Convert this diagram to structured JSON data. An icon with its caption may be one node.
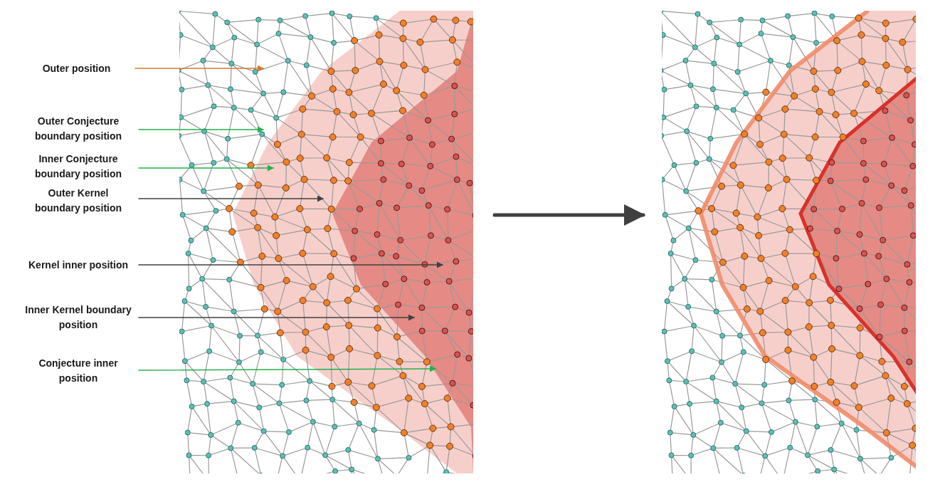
{
  "diagram": {
    "nodes": [
      {
        "text": [
          "Outer position"
        ]
      },
      {
        "text": [
          "Outer Conjecture boundary position"
        ]
      },
      {
        "text": [
          "Inner Conjecture boundary position"
        ]
      },
      {
        "text": [
          "Outer Kernel boundary position"
        ]
      },
      {
        "text": [
          "Kernel inner position"
        ]
      },
      {
        "text": [
          "Inner Kernel boundary position"
        ]
      },
      {
        "text": [
          "Conjecture inner position"
        ]
      },
      {
        "text": [],
        "shape": "picture"
      },
      {
        "text": [],
        "shape": "picture"
      }
    ],
    "edges": [
      {
        "from": 0,
        "to": 7,
        "arrow": "to",
        "color": "#d9792b"
      },
      {
        "from": 1,
        "to": 7,
        "arrow": "to",
        "color": "#22b14c"
      },
      {
        "from": 2,
        "to": 7,
        "arrow": "to",
        "color": "#22b14c"
      },
      {
        "from": 3,
        "to": 7,
        "arrow": "to",
        "color": "#404040"
      },
      {
        "from": 4,
        "to": 7,
        "arrow": "to",
        "color": "#404040"
      },
      {
        "from": 5,
        "to": 7,
        "arrow": "to",
        "color": "#404040"
      },
      {
        "from": 6,
        "to": 7,
        "arrow": "to",
        "color": "#22b14c"
      },
      {
        "from": 7,
        "to": 8,
        "arrow": "to",
        "style": "thick",
        "color": "#404040"
      }
    ]
  }
}
